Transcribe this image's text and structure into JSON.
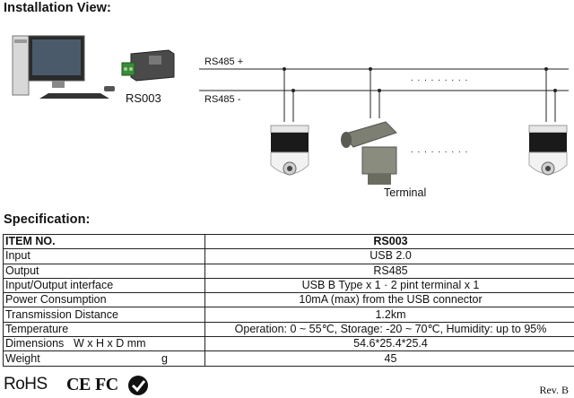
{
  "install": {
    "heading": "Installation View:",
    "device_label": "RS003",
    "rs485_plus": "RS485 +",
    "rs485_minus": "RS485 -",
    "terminal_label": "Terminal",
    "dots": ". . . . . . . . ."
  },
  "spec": {
    "heading": "Specification:",
    "header": {
      "item": "ITEM NO.",
      "model": "RS003"
    },
    "rows": [
      {
        "label": "Input",
        "value": "USB 2.0"
      },
      {
        "label": "Output",
        "value": "RS485"
      },
      {
        "label": "Input/Output interface",
        "value": "USB B Type x 1 · 2 pint terminal x 1"
      },
      {
        "label": "Power Consumption",
        "value": "10mA (max) from the USB connector"
      },
      {
        "label": "Transmission Distance",
        "value": "1.2km"
      },
      {
        "label": "Temperature",
        "value": "Operation: 0 ~ 55℃, Storage: -20 ~ 70℃, Humidity: up to 95%"
      },
      {
        "label": "Dimensions",
        "sub": "W x H x D mm",
        "value": "54.6*25.4*25.4"
      },
      {
        "label": "Weight",
        "sub": "g",
        "value": "45"
      }
    ]
  },
  "footer": {
    "certs": [
      "RoHS",
      "CE",
      "FC"
    ],
    "revision": "Rev. B"
  },
  "colors": {
    "text": "#111111",
    "line": "#222222",
    "device_green": "#3c8a3a"
  }
}
